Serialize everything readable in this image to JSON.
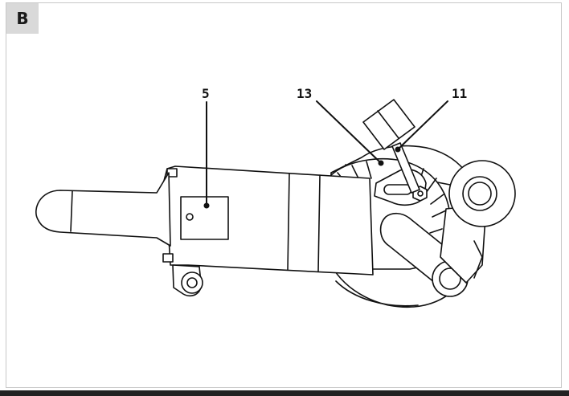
{
  "figure": {
    "panel_label": "B",
    "callouts": [
      {
        "id": "5",
        "label": "5"
      },
      {
        "id": "13",
        "label": "13"
      },
      {
        "id": "11",
        "label": "11"
      }
    ]
  },
  "colors": {
    "line": "#111111",
    "frame": "#c8c8c8",
    "tag_bg": "#d9d9d9",
    "bottom_bar": "#222222"
  }
}
